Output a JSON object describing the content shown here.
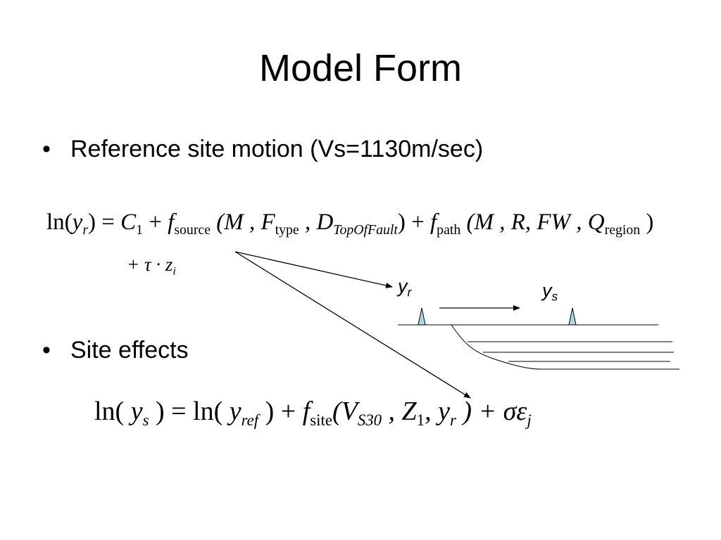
{
  "slide": {
    "title": "Model Form",
    "bullet1": "Reference site motion (Vs=1130m/sec)",
    "bullet2": "Site effects",
    "bullet_glyph": "•"
  },
  "equation1": {
    "ln": "ln(",
    "y": "y",
    "y_sub": "r",
    "eq_op": ") = ",
    "C": "C",
    "C_sub": "1",
    "plus": " + ",
    "f": "f",
    "f1_sub": "source",
    "args1_open": " (M , F",
    "F_sub": "type",
    "D_part": " , D",
    "D_sub": "TopOfFault",
    "close_plus": ") + ",
    "f2_sub": "path",
    "args2": " (M , R, FW , Q",
    "Q_sub": "region",
    "close": " )",
    "line2": "+ τ · z",
    "line2_sub": "i"
  },
  "equation2": {
    "ln1": "ln( ",
    "y": "y",
    "ys_sub": "s",
    "mid": " ) = ln( ",
    "yref_sub": "ref",
    "close_plus": " ) + ",
    "f": "f",
    "f_sub": "site",
    "args_open": "(V",
    "V_sub": "S30",
    "comma_z": " , Z",
    "Z_sub": "1",
    "comma_y": ", y",
    "yr_sub": "r",
    "tail": " ) + σε",
    "j_sub": "j"
  },
  "diagram": {
    "label_yr": "y",
    "label_yr_sub": "r",
    "label_ys": "y",
    "label_ys_sub": "s",
    "station_color": "#add8e6"
  }
}
